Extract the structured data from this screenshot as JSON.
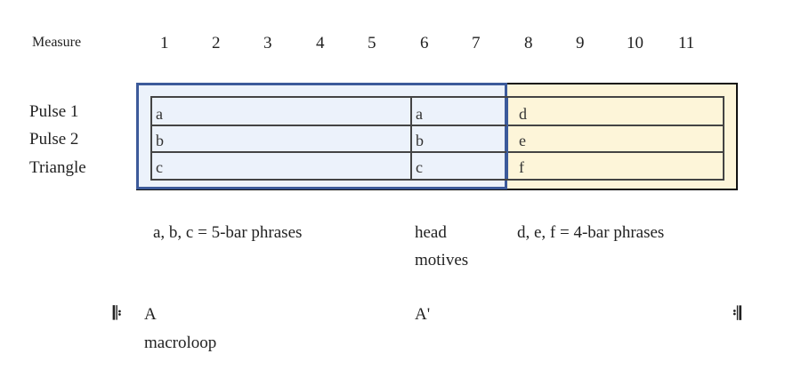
{
  "header": {
    "label": "Measure",
    "measures": [
      "1",
      "2",
      "3",
      "4",
      "5",
      "6",
      "7",
      "8",
      "9",
      "10",
      "11"
    ]
  },
  "rows": [
    "Pulse 1",
    "Pulse 2",
    "Triangle"
  ],
  "cells": {
    "section1": [
      "a",
      "b",
      "c"
    ],
    "section2": [
      "a",
      "b",
      "c"
    ],
    "section3": [
      "d",
      "e",
      "f"
    ]
  },
  "captions": {
    "abc": "a, b, c = 5-bar phrases",
    "head": "head",
    "motives": "motives",
    "def": "d, e, f = 4-bar phrases"
  },
  "form": {
    "start_repeat": "𝄆",
    "a": "A",
    "a_prime": "A'",
    "end_repeat": "𝄇",
    "macroloop": "macroloop"
  },
  "colors": {
    "blue_fill": "#ecf2fb",
    "blue_border": "#3c5a9a",
    "yellow_fill": "#fdf5d9"
  }
}
